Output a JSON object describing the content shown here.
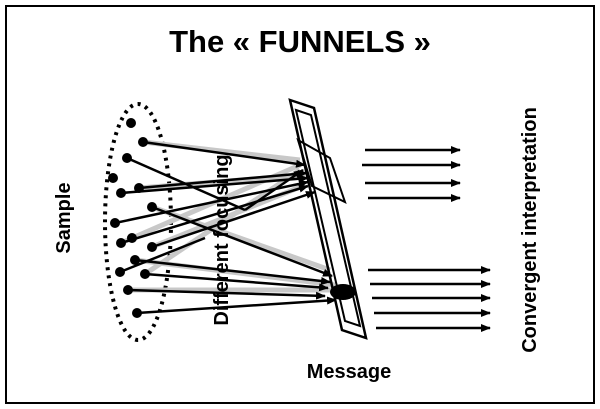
{
  "diagram": {
    "title": "The « FUNNELS »",
    "labels": {
      "sample": "Sample",
      "focusing": "Different focusing",
      "message": "Message",
      "interpretation": "Convergent interpretation"
    },
    "colors": {
      "ink": "#000000",
      "background": "#ffffff",
      "faint_ray": "#c8c8c8"
    }
  }
}
